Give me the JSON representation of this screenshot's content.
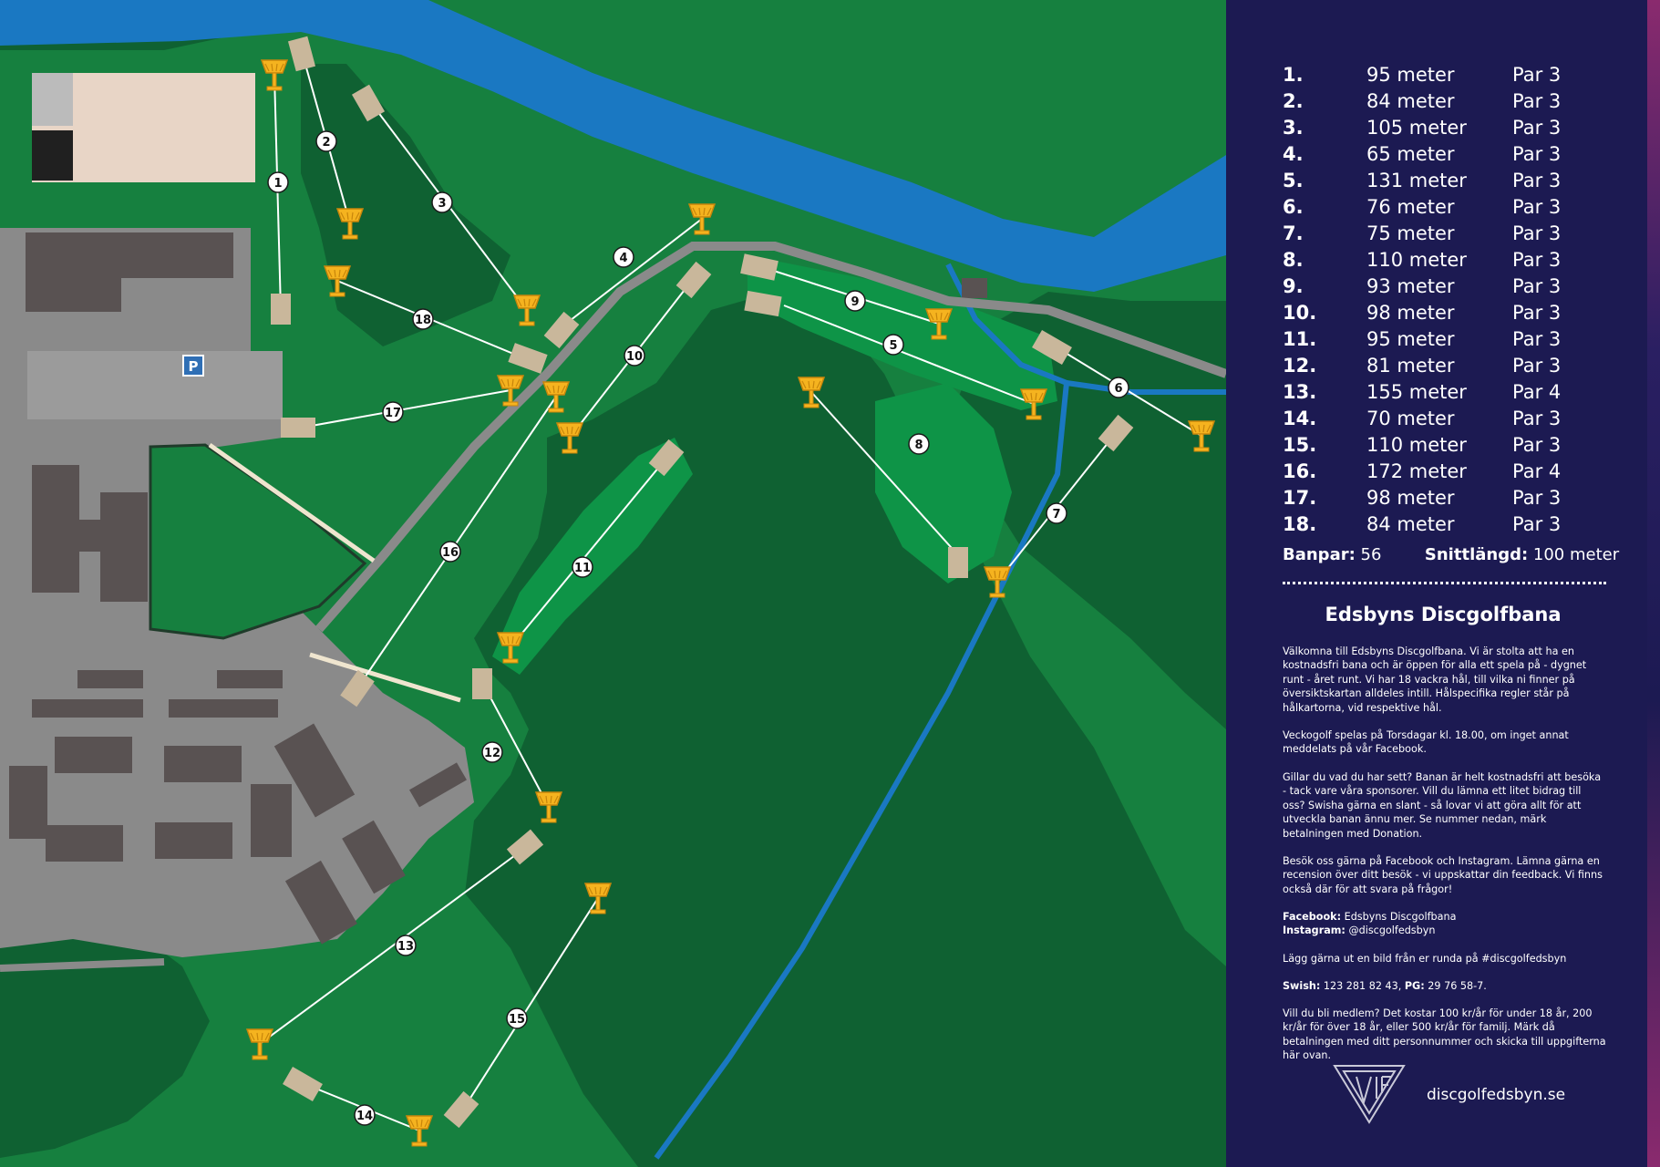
{
  "holes": [
    {
      "num": "1.",
      "dist": "95 meter",
      "par": "Par 3"
    },
    {
      "num": "2.",
      "dist": "84 meter",
      "par": "Par 3"
    },
    {
      "num": "3.",
      "dist": "105 meter",
      "par": "Par 3"
    },
    {
      "num": "4.",
      "dist": "65 meter",
      "par": "Par 3"
    },
    {
      "num": "5.",
      "dist": "131 meter",
      "par": "Par 3"
    },
    {
      "num": "6.",
      "dist": "76 meter",
      "par": "Par 3"
    },
    {
      "num": "7.",
      "dist": "75 meter",
      "par": "Par 3"
    },
    {
      "num": "8.",
      "dist": "110 meter",
      "par": "Par 3"
    },
    {
      "num": "9.",
      "dist": "93 meter",
      "par": "Par 3"
    },
    {
      "num": "10.",
      "dist": "98 meter",
      "par": "Par 3"
    },
    {
      "num": "11.",
      "dist": "95 meter",
      "par": "Par 3"
    },
    {
      "num": "12.",
      "dist": "81 meter",
      "par": "Par 3"
    },
    {
      "num": "13.",
      "dist": "155 meter",
      "par": "Par 4"
    },
    {
      "num": "14.",
      "dist": "70 meter",
      "par": "Par 3"
    },
    {
      "num": "15.",
      "dist": "110 meter",
      "par": "Par 3"
    },
    {
      "num": "16.",
      "dist": "172 meter",
      "par": "Par 4"
    },
    {
      "num": "17.",
      "dist": "98 meter",
      "par": "Par 3"
    },
    {
      "num": "18.",
      "dist": "84 meter",
      "par": "Par 3"
    }
  ],
  "summary": {
    "banpar_label": "Banpar:",
    "banpar_value": "56",
    "snitt_label": "Snittlängd:",
    "snitt_value": "100 meter"
  },
  "info": {
    "title": "Edsbyns Discgolfbana",
    "p1": "Välkomna till Edsbyns Discgolfbana. Vi är stolta att ha en kostnadsfri bana och är öppen för alla ett spela på - dygnet runt - året runt. Vi har 18 vackra hål, till vilka ni finner på översiktskartan alldeles intill. Hålspecifika regler står på hålkartorna, vid respektive hål.",
    "p2": "Veckogolf spelas på Torsdagar kl. 18.00, om inget annat meddelats på vår Facebook.",
    "p3": "Gillar du vad du har sett? Banan är helt kostnadsfri att besöka - tack vare våra sponsorer. Vill du lämna ett litet bidrag till oss? Swisha gärna en slant - så lovar vi att göra allt för att utveckla banan ännu mer. Se nummer nedan, märk betalningen med Donation.",
    "p4": "Besök oss gärna på Facebook och Instagram. Lämna gärna en recension över ditt besök - vi uppskattar din feedback. Vi finns också där för att svara på frågor!",
    "facebook_label": "Facebook:",
    "facebook_value": "Edsbyns Discgolfbana",
    "instagram_label": "Instagram:",
    "instagram_value": "@discgolfedsbyn",
    "p5": "Lägg gärna ut en bild från er runda på #discgolfedsbyn",
    "swish_label": "Swish:",
    "swish_value": "123 281 82 43,",
    "pg_label": "PG:",
    "pg_value": "29 76 58-7.",
    "p6": "Vill du bli medlem? Det kostar 100 kr/år för under 18 år, 200 kr/år för över 18 år, eller 500 kr/år för familj. Märk då betalningen med ditt personnummer och skicka till uppgifterna här ovan.",
    "website": "discgolfedsbyn.se"
  },
  "map": {
    "parking_label": "P",
    "hole_labels": [
      "1",
      "2",
      "3",
      "4",
      "5",
      "6",
      "7",
      "8",
      "9",
      "10",
      "11",
      "12",
      "13",
      "14",
      "15",
      "16",
      "17",
      "18"
    ]
  },
  "colors": {
    "grass_light": "#16803f",
    "forest_dark": "#0f6132",
    "fairway": "#0e9447",
    "water": "#1a78c2",
    "road": "#8a8a8a",
    "building": "#595252",
    "panel": "#1c1a52",
    "basket": "#f5b31f",
    "tee": "#c9b79b"
  },
  "icons": [
    "basket-icon",
    "tee-pad-icon",
    "parking-icon",
    "club-logo-icon"
  ]
}
